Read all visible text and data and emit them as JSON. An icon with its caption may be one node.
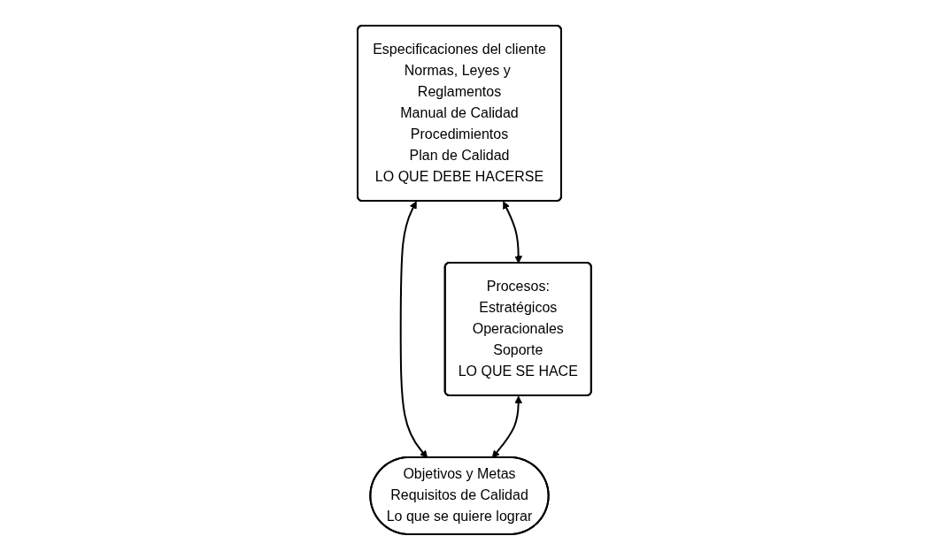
{
  "diagram": {
    "nodes": [
      {
        "text": [
          "Especificaciones del cliente",
          "Normas, Leyes y Reglamentos",
          "Manual de Calidad",
          "Procedimientos",
          "Plan de Calidad",
          "LO QUE DEBE HACERSE"
        ]
      },
      {
        "text": [
          "Procesos:",
          "Estratégicos",
          "Operacionales",
          "Soporte",
          "LO QUE SE HACE"
        ]
      },
      {
        "text": [
          "Objetivos y Metas",
          "Requisitos de Calidad",
          "Lo que se quiere lograr"
        ]
      }
    ],
    "edges": [
      {
        "from": 0,
        "to": 1,
        "arrow": "both"
      },
      {
        "from": 0,
        "to": 2,
        "arrow": "both"
      },
      {
        "from": 1,
        "to": 2,
        "arrow": "both"
      }
    ]
  }
}
